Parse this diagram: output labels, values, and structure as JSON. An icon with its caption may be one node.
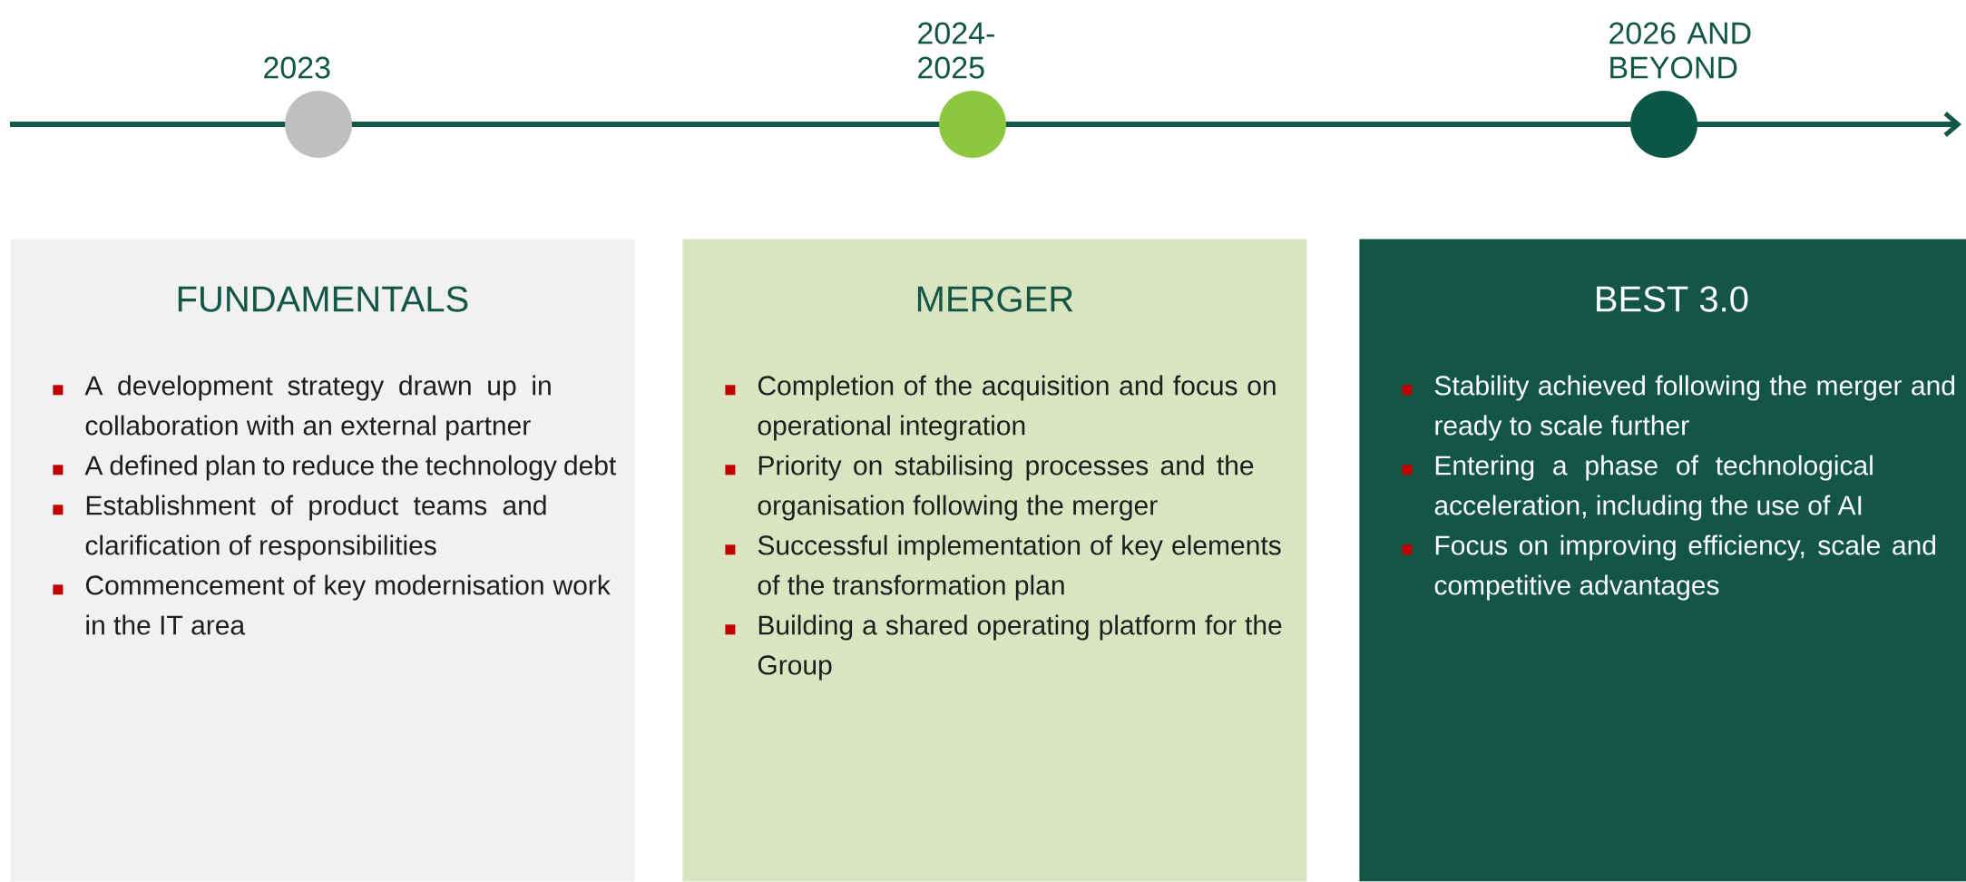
{
  "diagram": {
    "nodes": [
      {
        "text": [],
        "shape": "circle",
        "beside": [
          "2023"
        ]
      },
      {
        "text": [],
        "shape": "circle",
        "beside": [
          "2024-2025"
        ]
      },
      {
        "text": [],
        "shape": "circle",
        "beside": [
          "2026 AND BEYOND"
        ]
      },
      {
        "text": [
          "FUNDAMENTALS",
          "A development strategy drawn up in collaboration with an external partner",
          "A defined plan to reduce the technology debt",
          "Establishment of product teams and clarification of responsibilities",
          "Commencement of key modernisation work in the IT area"
        ]
      },
      {
        "text": [
          "MERGER",
          "Completion of the acquisition and focus on operational integration",
          "Priority on stabilising processes and the organisation following the merger",
          "Successful implementation of key elements of the transformation plan",
          "Building a shared operating platform for the Group"
        ]
      },
      {
        "text": [
          "BEST 3.0",
          "Stability achieved following the merger and ready to scale further",
          "Entering a phase of technological acceleration, including the use of AI",
          "Focus on improving efficiency, scale and competitive advantages"
        ]
      }
    ]
  }
}
